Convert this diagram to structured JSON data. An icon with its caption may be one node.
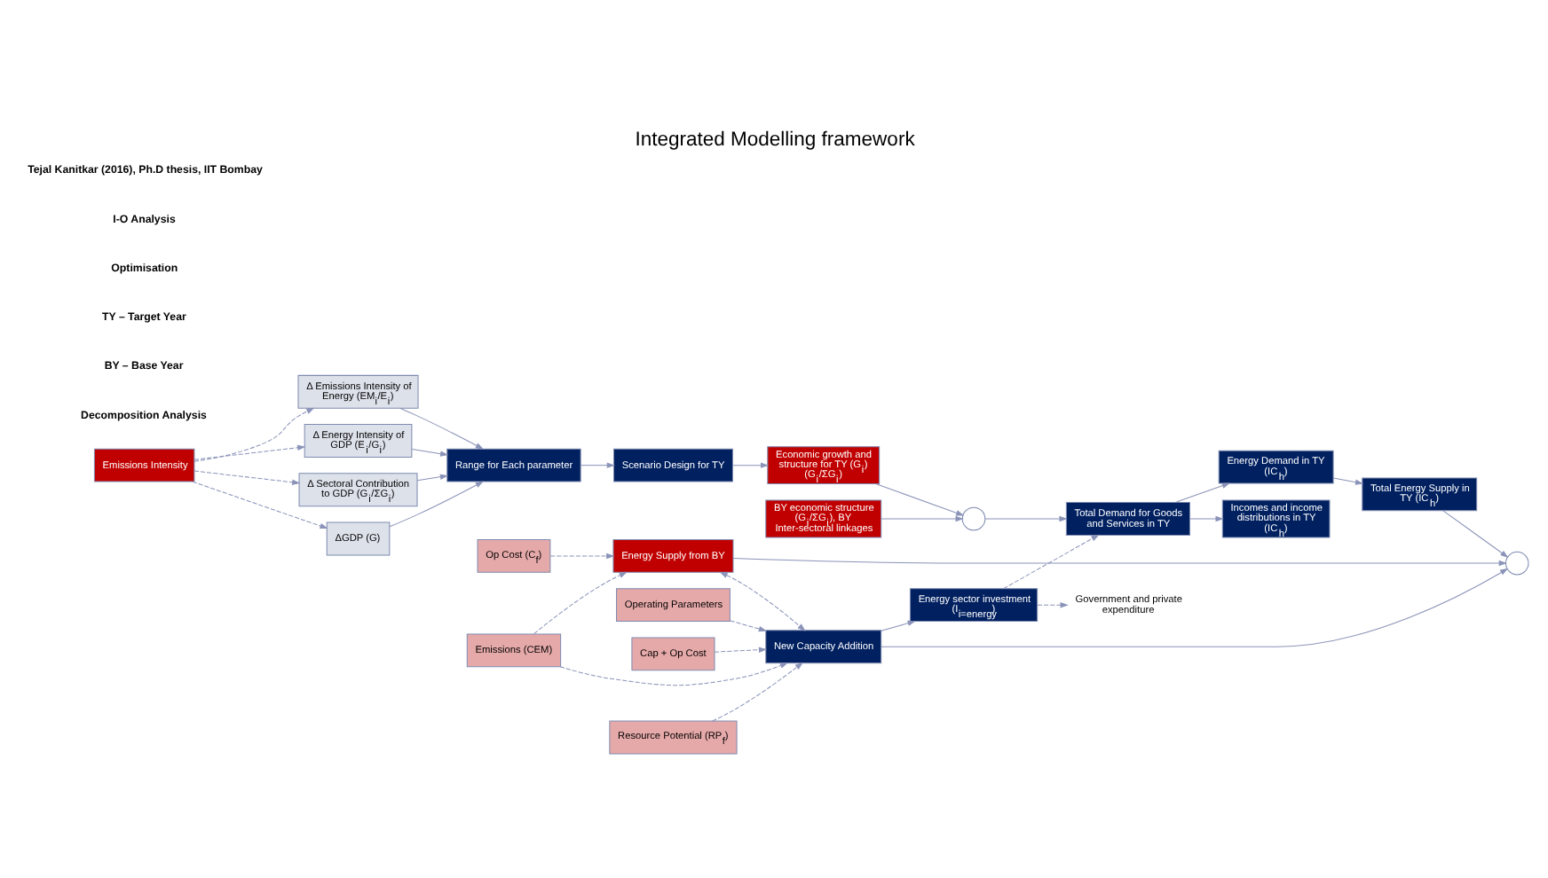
{
  "diagram": {
    "title": "Integrated Modelling framework",
    "nodes": [
      {
        "text": [
          "Emissions Intensity"
        ]
      },
      {
        "text": [
          "Δ Emissions Intensity of Energy (EM$_{i}$/E$_{i}$)"
        ]
      },
      {
        "text": [
          "Δ Energy Intensity of GDP (E$_{i}$/G$_{i}$)"
        ]
      },
      {
        "text": [
          "Δ Sectoral Contribution to GDP (G$_{i}$/ΣG$_{i}$)"
        ]
      },
      {
        "text": [
          "ΔGDP (G)"
        ]
      },
      {
        "text": [
          "Range for Each parameter"
        ]
      },
      {
        "text": [
          "Scenario Design for TY"
        ]
      },
      {
        "text": [
          "Economic growth and structure for TY (G$_{i}$) (G$_{i}$/ΣG$_{i}$)"
        ]
      },
      {
        "text": [],
        "shape": "circle"
      },
      {
        "text": [
          "BY economic structure (G$_{i}$/ΣG$_{i}$), BY Inter-sectoral linkages"
        ]
      },
      {
        "text": [
          "Total Demand for Goods and Services in TY"
        ]
      },
      {
        "text": [
          "Energy Demand in TY (IC$_{h}$)"
        ]
      },
      {
        "text": [
          "Total Energy Supply in TY (IC$_{h}$)"
        ]
      },
      {
        "text": [],
        "shape": "circle"
      },
      {
        "text": [
          "Energy Supply from BY"
        ]
      },
      {
        "text": [
          "New Capacity Addition"
        ]
      },
      {
        "text": [
          "Energy sector investment (I$_{i=energy}$)"
        ]
      },
      {
        "text": [
          "Incomes and income distributions in TY (IC$_{h}$)"
        ]
      },
      {
        "text": [
          "Government and private expenditure"
        ]
      },
      {
        "text": [
          "Op Cost (C$_{f}$)"
        ]
      },
      {
        "text": [
          "Emissions (CEM)"
        ]
      },
      {
        "text": [
          "Resource Potential (RP$_{f}$)"
        ]
      },
      {
        "text": [
          "Operating Parameters"
        ]
      },
      {
        "text": [
          "Cap + Op Cost"
        ]
      }
    ],
    "edges": [
      {
        "from": 0,
        "to": 1,
        "arrow": "to",
        "style": "dashed"
      },
      {
        "from": 0,
        "to": 2,
        "arrow": "to",
        "style": "dashed"
      },
      {
        "from": 0,
        "to": 3,
        "arrow": "to",
        "style": "dashed"
      },
      {
        "from": 0,
        "to": 4,
        "arrow": "to",
        "style": "dashed"
      },
      {
        "from": 1,
        "to": 5,
        "arrow": "to"
      },
      {
        "from": 2,
        "to": 5,
        "arrow": "to"
      },
      {
        "from": 3,
        "to": 5,
        "arrow": "to"
      },
      {
        "from": 4,
        "to": 5,
        "arrow": "to"
      },
      {
        "from": 5,
        "to": 6,
        "arrow": "to"
      },
      {
        "from": 6,
        "to": 7,
        "arrow": "to"
      },
      {
        "from": 7,
        "to": 8,
        "arrow": "to"
      },
      {
        "from": 9,
        "to": 8,
        "arrow": "to"
      },
      {
        "from": 8,
        "to": 10,
        "arrow": "to"
      },
      {
        "from": 10,
        "to": 11,
        "arrow": "to"
      },
      {
        "from": 10,
        "to": 17,
        "arrow": "to"
      },
      {
        "from": 11,
        "to": 12,
        "arrow": "to"
      },
      {
        "from": 12,
        "to": 13,
        "arrow": "to"
      },
      {
        "from": 14,
        "to": 13,
        "arrow": "to"
      },
      {
        "from": 15,
        "to": 13,
        "arrow": "to"
      },
      {
        "from": 14,
        "to": 15,
        "arrow": "both",
        "style": "dashed"
      },
      {
        "from": 15,
        "to": 16,
        "arrow": "to"
      },
      {
        "from": 16,
        "to": 10,
        "arrow": "to",
        "style": "dashed"
      },
      {
        "from": 16,
        "to": 18,
        "arrow": "to",
        "style": "dashed"
      },
      {
        "from": 19,
        "to": 14,
        "arrow": "to",
        "style": "dashed"
      },
      {
        "from": 20,
        "to": 14,
        "arrow": "to",
        "style": "dashed"
      },
      {
        "from": 20,
        "to": 15,
        "arrow": "to",
        "style": "dashed"
      },
      {
        "from": 21,
        "to": 15,
        "arrow": "to",
        "style": "dashed"
      },
      {
        "from": 22,
        "to": 15,
        "arrow": "to",
        "style": "dashed"
      },
      {
        "from": 23,
        "to": 15,
        "arrow": "to",
        "style": "dashed"
      }
    ],
    "labels": [
      "Decomposition Analysis",
      "BY – Base Year",
      "TY – Target Year",
      "Optimisation",
      "I-O Analysis",
      "Tejal Kanitkar (2016), Ph.D thesis, IIT Bombay"
    ]
  }
}
